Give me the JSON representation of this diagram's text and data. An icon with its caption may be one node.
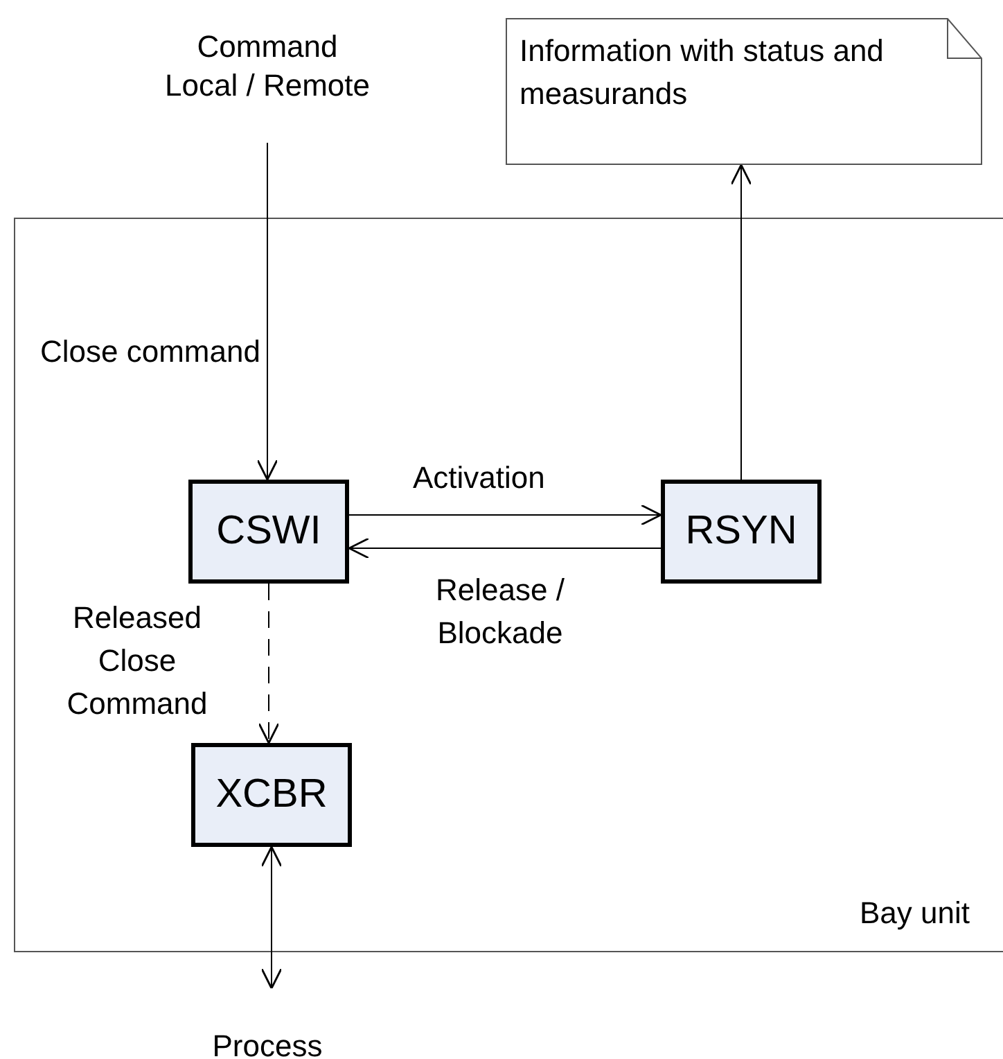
{
  "diagram": {
    "nodes": [
      {
        "text": [
          "Bay unit"
        ]
      },
      {
        "text": [
          "Command Local / Remote"
        ]
      },
      {
        "text": [
          "Information with status and measurands"
        ]
      },
      {
        "text": [
          "CSWI"
        ],
        "in": 0
      },
      {
        "text": [
          "RSYN"
        ],
        "in": 0
      },
      {
        "text": [
          "XCBR"
        ],
        "in": 0
      },
      {
        "text": [
          "Process"
        ]
      }
    ],
    "edges": [
      {
        "from": 1,
        "to": 3,
        "arrow": "to",
        "label": "Close command"
      },
      {
        "from": 3,
        "to": 4,
        "arrow": "to",
        "label": "Activation"
      },
      {
        "from": 4,
        "to": 3,
        "arrow": "to",
        "label": "Release / Blockade"
      },
      {
        "from": 3,
        "to": 5,
        "arrow": "to",
        "label": "Released Close Command",
        "style": "dashed"
      },
      {
        "from": 4,
        "to": 2,
        "arrow": "to"
      },
      {
        "from": 5,
        "to": 6,
        "arrow": "both"
      }
    ]
  }
}
